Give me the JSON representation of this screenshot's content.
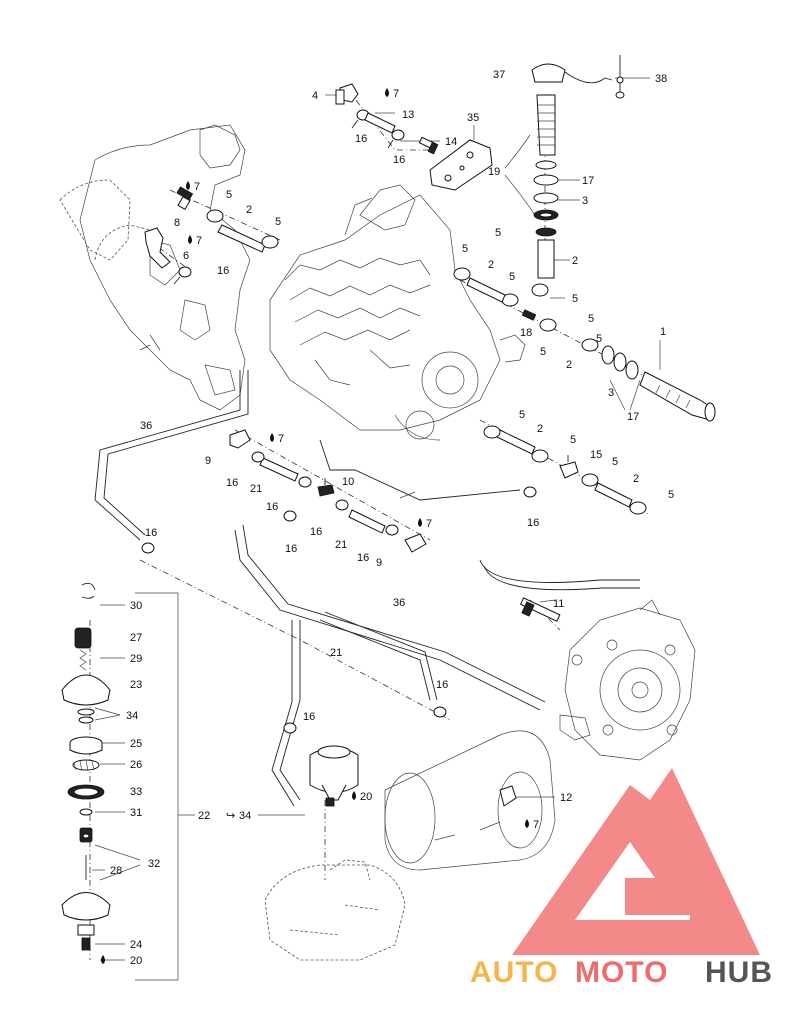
{
  "labels": {
    "l37": "37",
    "l38": "38",
    "l4": "4",
    "l7a": "7",
    "l13": "13",
    "l16a": "16",
    "l14": "14",
    "l16b": "16",
    "l35": "35",
    "l17a": "17",
    "l19": "19",
    "l3a": "3",
    "l7b": "7",
    "l5a": "5",
    "l2a": "2",
    "l5b": "5",
    "l8": "8",
    "l5c": "5",
    "l7c": "7",
    "l6": "6",
    "l16c": "16",
    "l5d": "5",
    "l2b": "2",
    "l5e": "5",
    "l2c": "2",
    "l5f": "5",
    "l5g": "5",
    "l18": "18",
    "l5h": "5",
    "l5i": "5",
    "l1": "1",
    "l2d": "2",
    "l3b": "3",
    "l17b": "17",
    "l36a": "36",
    "l5j": "5",
    "l2e": "2",
    "l5k": "5",
    "l7d": "7",
    "l9a": "9",
    "l15": "15",
    "l5l": "5",
    "l2f": "2",
    "l5m": "5",
    "l16d": "16",
    "l21a": "21",
    "l10": "10",
    "l16e": "16",
    "l16f": "16",
    "l16g": "16",
    "l21b": "21",
    "l7e": "7",
    "l16h": "16",
    "l9b": "9",
    "l16i": "16",
    "l36b": "36",
    "l11": "11",
    "l30": "30",
    "l27": "27",
    "l29": "29",
    "l23": "23",
    "l34": "34",
    "l25": "25",
    "l26": "26",
    "l33": "33",
    "l31": "31",
    "l22": "22",
    "l34b": "34",
    "l32": "32",
    "l28": "28",
    "l24": "24",
    "l20a": "20",
    "l21c": "21",
    "l16j": "16",
    "l16k": "16",
    "l20b": "20",
    "l12": "12",
    "l7f": "7"
  },
  "watermark": {
    "auto": "AUTO",
    "moto": "MOTO",
    "hub": "HUB",
    "colors": {
      "auto": "#f5b54a",
      "moto": "#f06b6b",
      "hub": "#555555",
      "logo": "#f37c7c"
    }
  }
}
